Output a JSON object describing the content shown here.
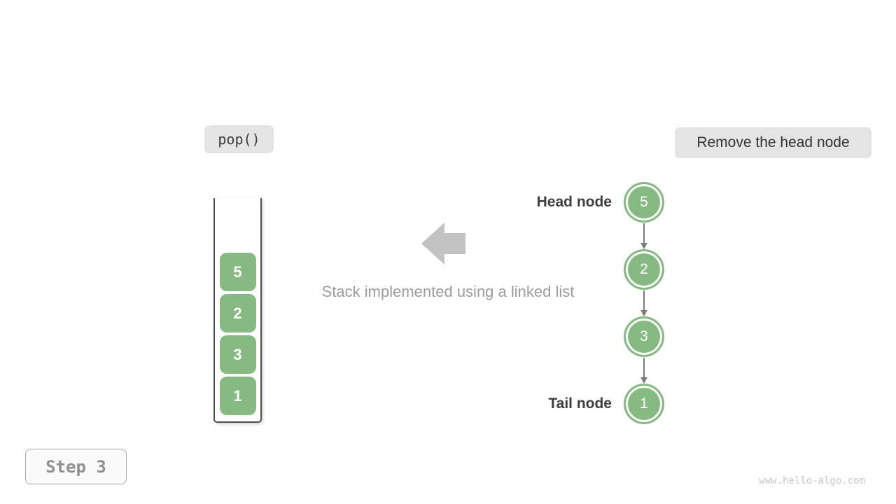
{
  "operation_badge": {
    "label": "pop()"
  },
  "action_badge": {
    "label": "Remove the head node"
  },
  "stack": {
    "items_top_to_bottom": [
      "5",
      "2",
      "3",
      "1"
    ]
  },
  "caption": "Stack implemented using a linked list",
  "linked_list": {
    "head_label": "Head node",
    "tail_label": "Tail node",
    "nodes_head_to_tail": [
      "5",
      "2",
      "3",
      "1"
    ]
  },
  "step_badge": {
    "label": "Step 3"
  },
  "watermark": "www.hello-algo.com",
  "colors": {
    "node_green": "#87ba83",
    "badge_background": "#e4e4e4",
    "block_arrow_gray": "#c2c2c2",
    "connector_gray": "#7c7c7c",
    "caption_gray": "#9c9c9c",
    "label_dark": "#3e3e3e"
  }
}
